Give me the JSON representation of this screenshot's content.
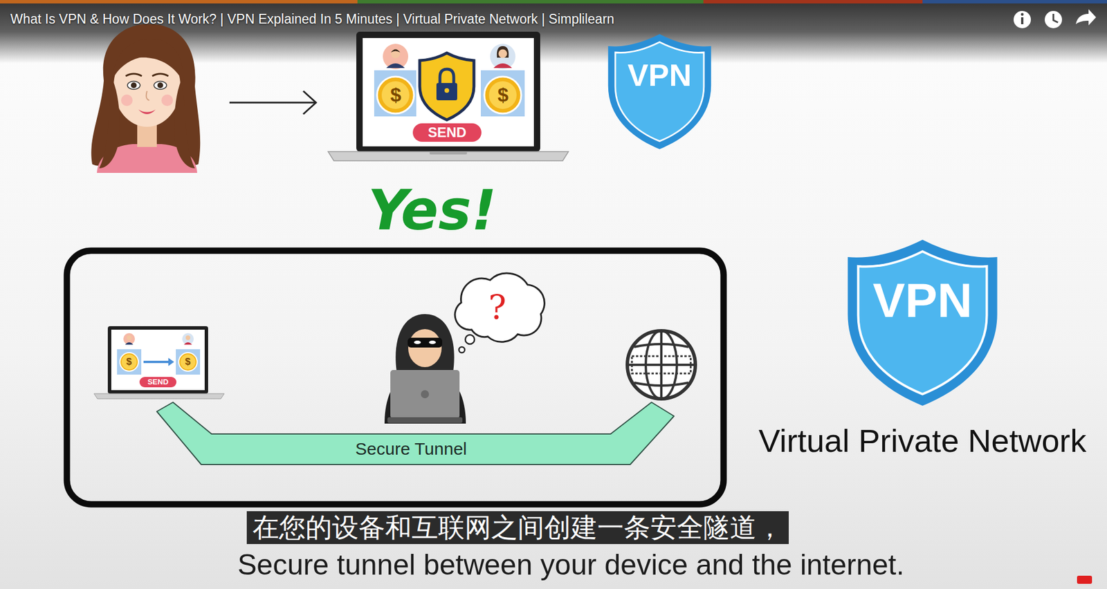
{
  "diagram": {
    "title": "What Is VPN & How Does It Work? | VPN Explained In 5 Minutes | Virtual Private Network | Simplilearn",
    "nodes": [
      {
        "text": [
          "SEND"
        ]
      },
      {
        "text": [
          "VPN"
        ]
      },
      {
        "text": [
          "SEND"
        ]
      },
      {
        "text": [
          "Secure Tunnel"
        ]
      },
      {
        "text": [
          "VPN",
          "Virtual Private Network"
        ]
      },
      {
        "text": [
          "在您的设备和互联网之间创建一条安全隧道，"
        ]
      }
    ],
    "labels": [
      "Yes!",
      "?",
      "$",
      "$",
      "$",
      "$",
      "Secure tunnel between your device and the internet."
    ]
  }
}
